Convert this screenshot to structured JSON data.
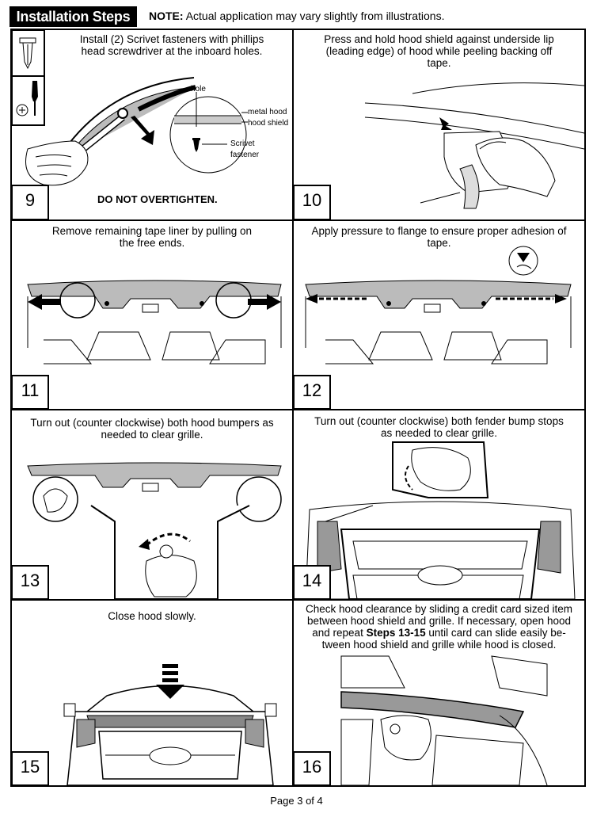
{
  "header": {
    "title": "Installation Steps",
    "note_label": "NOTE:",
    "note_text": "Actual application may vary slightly from illustrations."
  },
  "steps": [
    {
      "number": "9",
      "lines": [
        "Install (2) Scrivet fasteners with phillips",
        "head screwdriver at the inboard holes."
      ],
      "warning": "DO NOT OVERTIGHTEN.",
      "callouts": {
        "hole": "hole",
        "metal_hood": "metal hood",
        "hood_shield": "hood shield",
        "scrivet": "Scrivet",
        "fastener": "fastener"
      }
    },
    {
      "number": "10",
      "lines": [
        "Press and hold hood shield against underside lip",
        "(leading edge) of hood while peeling backing off",
        "tape."
      ]
    },
    {
      "number": "11",
      "lines": [
        "Remove remaining tape liner by pulling on",
        "the free ends."
      ]
    },
    {
      "number": "12",
      "lines": [
        "Apply pressure to flange to ensure proper adhesion of",
        "tape."
      ]
    },
    {
      "number": "13",
      "lines": [
        "Turn out (counter clockwise) both hood bumpers as",
        "needed to clear grille."
      ]
    },
    {
      "number": "14",
      "lines": [
        "Turn out (counter clockwise) both fender bump stops",
        "as needed to clear grille."
      ]
    },
    {
      "number": "15",
      "lines": [
        "Close hood slowly."
      ]
    },
    {
      "number": "16",
      "lines": [
        "Check hood clearance by sliding a credit card sized item",
        "between hood shield and grille. If necessary, open hood"
      ],
      "line3_pre": "and repeat ",
      "line3_bold": "Steps 13-15",
      "line3_post": " until card can slide easily be-",
      "line4": "tween hood shield and grille while hood is closed."
    }
  ],
  "footer": {
    "page": "Page 3 of 4"
  }
}
